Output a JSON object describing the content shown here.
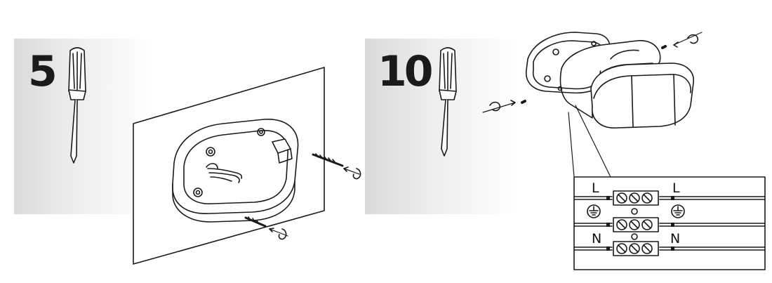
{
  "steps": [
    {
      "number": "5"
    },
    {
      "number": "10"
    }
  ],
  "wiring": {
    "left_labels": [
      "L",
      "N"
    ],
    "right_labels": [
      "L",
      "N"
    ],
    "earth_icon": "ground-symbol",
    "terminal_icon": "screw-terminal"
  },
  "icons": [
    "screwdriver-icon",
    "screw-icon",
    "rotate-arrow-icon",
    "junction-box",
    "pir-sensor"
  ],
  "colors": {
    "line": "#1a1a1a",
    "panel_bg": "#e6e6e6"
  }
}
